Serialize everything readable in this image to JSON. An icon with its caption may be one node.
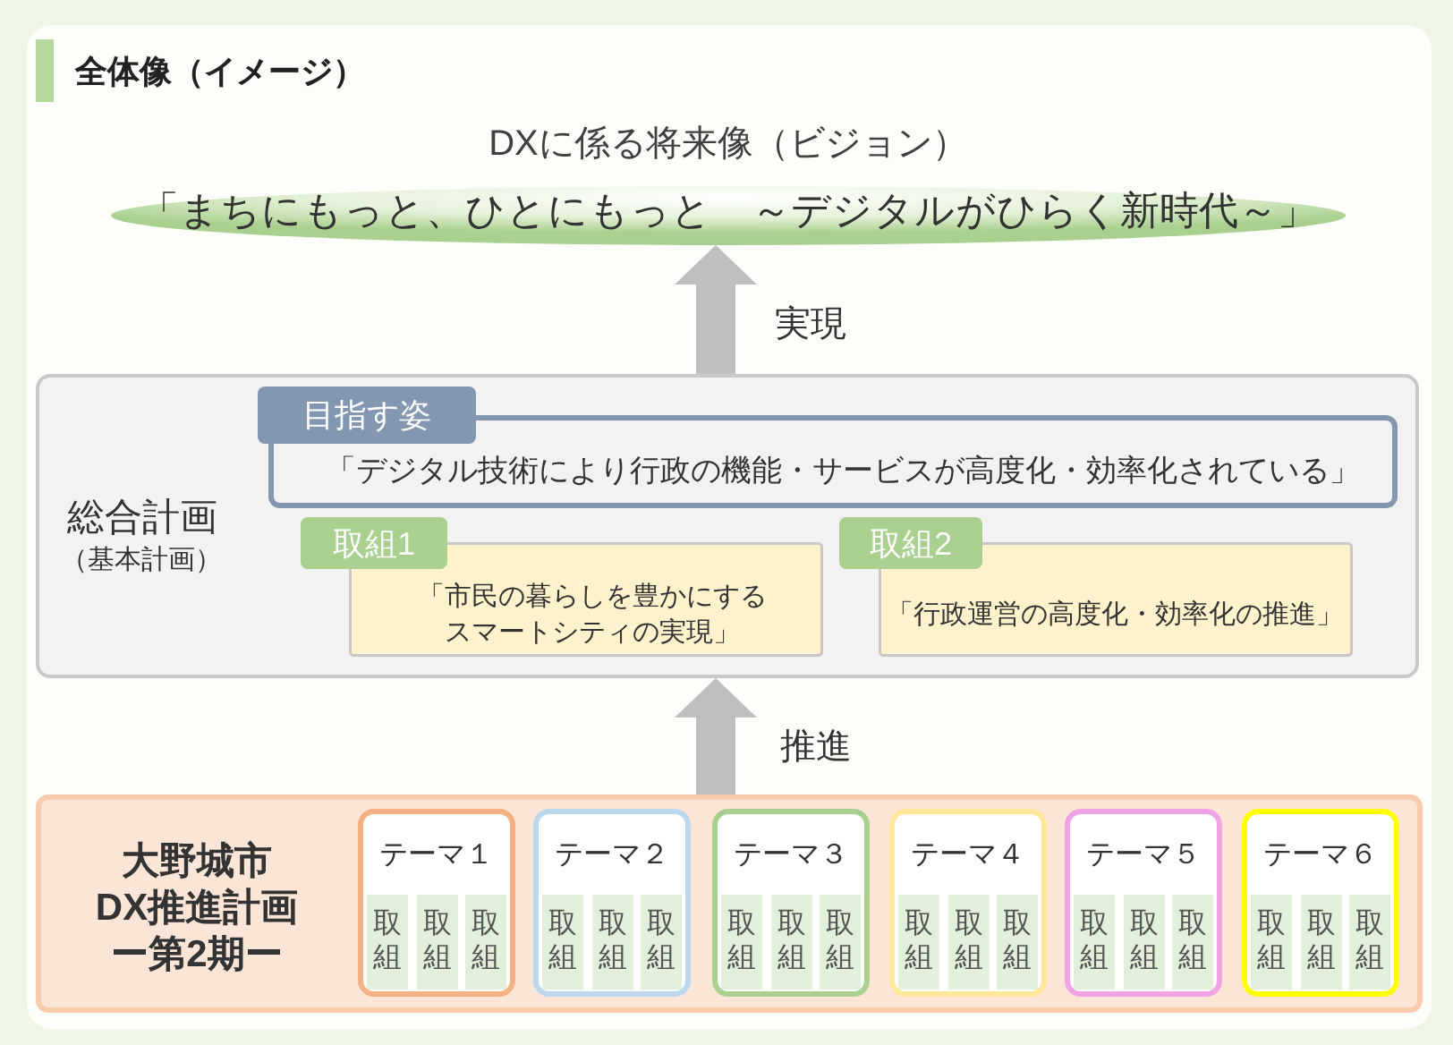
{
  "diagram": {
    "title": "全体像（イメージ）",
    "nodes": [
      {
        "text": [
          "DXに係る将来像（ビジョン）",
          "「まちにもっと、ひとにもっと　～デジタルがひらく新時代～」"
        ]
      },
      {
        "text": [
          "総合計画",
          "（基本計画）"
        ]
      },
      {
        "text": [
          "目指す姿",
          "「デジタル技術により行政の機能・サービスが高度化・効率化されている」"
        ],
        "in": 1
      },
      {
        "text": [
          "取組1",
          "「市民の暮らしを豊かにするスマートシティの実現」"
        ],
        "in": 1
      },
      {
        "text": [
          "取組2",
          "「行政運営の高度化・効率化の推進」"
        ],
        "in": 1
      },
      {
        "text": [
          "大野城市DX推進計画ー第2期ー"
        ]
      },
      {
        "text": [
          "テーマ１"
        ],
        "in": 5
      },
      {
        "text": [
          "取組"
        ],
        "in": 6
      },
      {
        "text": [
          "取組"
        ],
        "in": 6
      },
      {
        "text": [
          "取組"
        ],
        "in": 6
      },
      {
        "text": [
          "テーマ２"
        ],
        "in": 5
      },
      {
        "text": [
          "取組"
        ],
        "in": 10
      },
      {
        "text": [
          "取組"
        ],
        "in": 10
      },
      {
        "text": [
          "取組"
        ],
        "in": 10
      },
      {
        "text": [
          "テーマ３"
        ],
        "in": 5
      },
      {
        "text": [
          "取組"
        ],
        "in": 14
      },
      {
        "text": [
          "取組"
        ],
        "in": 14
      },
      {
        "text": [
          "取組"
        ],
        "in": 14
      },
      {
        "text": [
          "テーマ４"
        ],
        "in": 5
      },
      {
        "text": [
          "取組"
        ],
        "in": 18
      },
      {
        "text": [
          "取組"
        ],
        "in": 18
      },
      {
        "text": [
          "取組"
        ],
        "in": 18
      },
      {
        "text": [
          "テーマ５"
        ],
        "in": 5
      },
      {
        "text": [
          "取組"
        ],
        "in": 22
      },
      {
        "text": [
          "取組"
        ],
        "in": 22
      },
      {
        "text": [
          "取組"
        ],
        "in": 22
      },
      {
        "text": [
          "テーマ６"
        ],
        "in": 5
      },
      {
        "text": [
          "取組"
        ],
        "in": 26
      },
      {
        "text": [
          "取組"
        ],
        "in": 26
      },
      {
        "text": [
          "取組"
        ],
        "in": 26
      }
    ],
    "edges": [
      {
        "from": 1,
        "to": 0,
        "arrow": "to",
        "label": "実現"
      },
      {
        "from": 5,
        "to": 1,
        "arrow": "to",
        "label": "推進"
      }
    ]
  }
}
